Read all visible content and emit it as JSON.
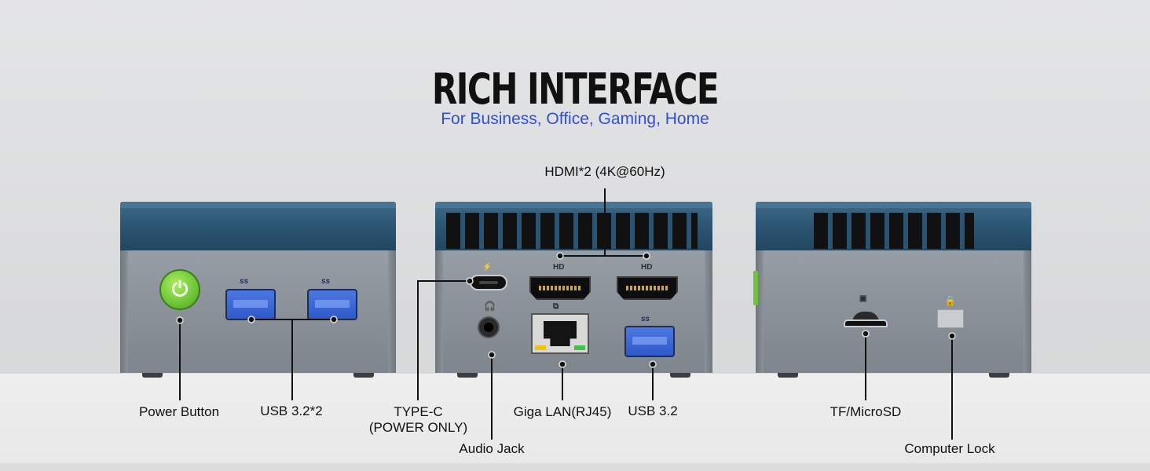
{
  "header": {
    "title": "RICH INTERFACE",
    "subtitle": "For Business, Office, Gaming, Home"
  },
  "colors": {
    "subtitle": "#2f4fd6",
    "cap": "#2b5372",
    "shell": "#8b929a",
    "usb": "#3b63d0",
    "power_button": "#72c83a"
  },
  "labels": {
    "hdmi": "HDMI*2 (4K@60Hz)",
    "power_button": "Power Button",
    "usb_32x2": "USB 3.2*2",
    "type_c_line1": "TYPE-C",
    "type_c_line2": "(POWER ONLY)",
    "audio_jack": "Audio Jack",
    "giga_lan": "Giga LAN(RJ45)",
    "usb_32": "USB 3.2",
    "tf_microsd": "TF/MicroSD",
    "computer_lock": "Computer Lock"
  },
  "port_marks": {
    "hd": "HD",
    "ss": "ss"
  },
  "icons": [
    "power-icon",
    "lightning-icon",
    "headphone-icon",
    "network-icon",
    "sd-card-icon",
    "lock-icon",
    "usb-superspeed-icon"
  ]
}
